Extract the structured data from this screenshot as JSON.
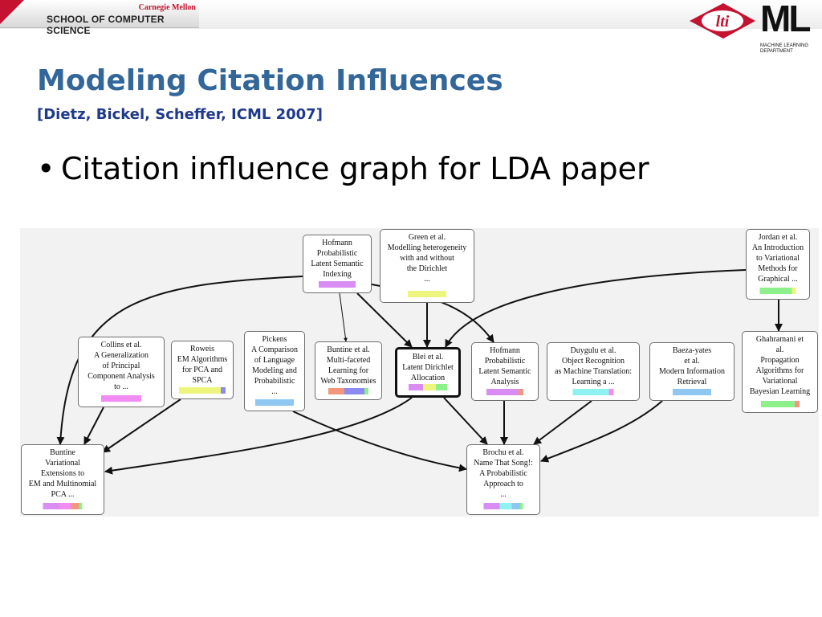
{
  "header": {
    "university": "Carnegie Mellon",
    "school": "SCHOOL OF COMPUTER SCIENCE",
    "logo_lti": "lti",
    "logo_ml": "ML",
    "logo_ml_sub1": "MACHINE LEARNING",
    "logo_ml_sub2": "DEPARTMENT"
  },
  "slide": {
    "title": "Modeling Citation Influences",
    "subtitle": "[Dietz, Bickel, Scheffer, ICML 2007]",
    "bullet": "Citation influence graph for LDA paper"
  },
  "colors": {
    "title": "#336699",
    "subtitle": "#1f3a8a",
    "cmu_red": "#c41230",
    "topic_violet": "#d98cf2",
    "topic_yellow": "#eef57c",
    "topic_green": "#8ef08a",
    "topic_blue": "#8ec7f2",
    "topic_cyan": "#8ef2f2",
    "topic_salmon": "#f2967c"
  },
  "graph": {
    "nodes": [
      {
        "id": "hofmann1",
        "label": "Hofmann\nProbabilistic\nLatent Semantic\nIndexing",
        "bar": [
          "#d98cf2"
        ]
      },
      {
        "id": "green",
        "label": "Green et al.\nModelling heterogeneity\nwith and without\nthe Dirichlet\n...",
        "bar": [
          "#eef57c"
        ]
      },
      {
        "id": "jordan",
        "label": "Jordan et al.\nAn Introduction\nto Variational\nMethods for\nGraphical ...",
        "bar": [
          "#8ef08a",
          "#eef57c"
        ]
      },
      {
        "id": "collins",
        "label": "Collins et al.\nA Generalization\nof Principal\nComponent Analysis\nto ...",
        "bar": [
          "#f28cf2"
        ]
      },
      {
        "id": "roweis",
        "label": "Roweis\nEM Algorithms\nfor PCA and\nSPCA",
        "bar": [
          "#eef57c",
          "#8b8bf2"
        ]
      },
      {
        "id": "pickens",
        "label": "Pickens\nA Comparison\nof Language\nModeling and\nProbabilistic\n...",
        "bar": [
          "#8ec7f2"
        ]
      },
      {
        "id": "buntine_web",
        "label": "Buntine et al.\nMulti-faceted\nLearning for\nWeb Taxonomies",
        "bar": [
          "#f2967c",
          "#8b8bf2",
          "#8ef08a"
        ]
      },
      {
        "id": "blei",
        "label": "Blei et al.\nLatent Dirichlet\nAllocation",
        "bar": [
          "#d98cf2",
          "#eef57c",
          "#8ef08a"
        ]
      },
      {
        "id": "hofmann2",
        "label": "Hofmann\nProbabilistic\nLatent Semantic\nAnalysis",
        "bar": [
          "#d98cf2",
          "#f2967c"
        ]
      },
      {
        "id": "duygulu",
        "label": "Duygulu et al.\nObject Recognition\nas Machine Translation:\nLearning a ...",
        "bar": [
          "#8ef2f2",
          "#f28cf2"
        ]
      },
      {
        "id": "baeza",
        "label": "Baeza-yates\net al.\nModern Information\nRetrieval",
        "bar": [
          "#8ec7f2"
        ]
      },
      {
        "id": "ghahramani",
        "label": "Ghahramani et\nal.\nPropagation\nAlgorithms for\nVariational\nBayesian Learning",
        "bar": [
          "#8ef08a",
          "#f2967c"
        ]
      },
      {
        "id": "buntine_var",
        "label": "Buntine\nVariational\nExtensions to\nEM and Multinomial\nPCA ...",
        "bar": [
          "#d98cf2",
          "#f28cf2",
          "#f2967c",
          "#8ef08a"
        ]
      },
      {
        "id": "brochu",
        "label": "Brochu et al.\nName That Song!:\nA Probabilistic\nApproach to\n...",
        "bar": [
          "#d98cf2",
          "#8ef2f2",
          "#8ec7f2",
          "#8ef08a"
        ]
      }
    ],
    "edges": [
      {
        "from": "hofmann1",
        "to": "blei",
        "thick": true
      },
      {
        "from": "green",
        "to": "blei",
        "thick": true
      },
      {
        "from": "jordan",
        "to": "blei",
        "thick": true
      },
      {
        "from": "hofmann1",
        "to": "buntine_web",
        "thick": false
      },
      {
        "from": "hofmann1",
        "to": "hofmann2",
        "thick": true
      },
      {
        "from": "hofmann1",
        "to": "buntine_var",
        "thick": true
      },
      {
        "from": "jordan",
        "to": "ghahramani",
        "thick": true
      },
      {
        "from": "collins",
        "to": "buntine_var",
        "thick": true
      },
      {
        "from": "roweis",
        "to": "buntine_var",
        "thick": true
      },
      {
        "from": "blei",
        "to": "buntine_var",
        "thick": true
      },
      {
        "from": "blei",
        "to": "brochu",
        "thick": true
      },
      {
        "from": "pickens",
        "to": "brochu",
        "thick": true
      },
      {
        "from": "hofmann2",
        "to": "brochu",
        "thick": true
      },
      {
        "from": "duygulu",
        "to": "brochu",
        "thick": true
      },
      {
        "from": "baeza",
        "to": "brochu",
        "thick": true
      }
    ]
  }
}
